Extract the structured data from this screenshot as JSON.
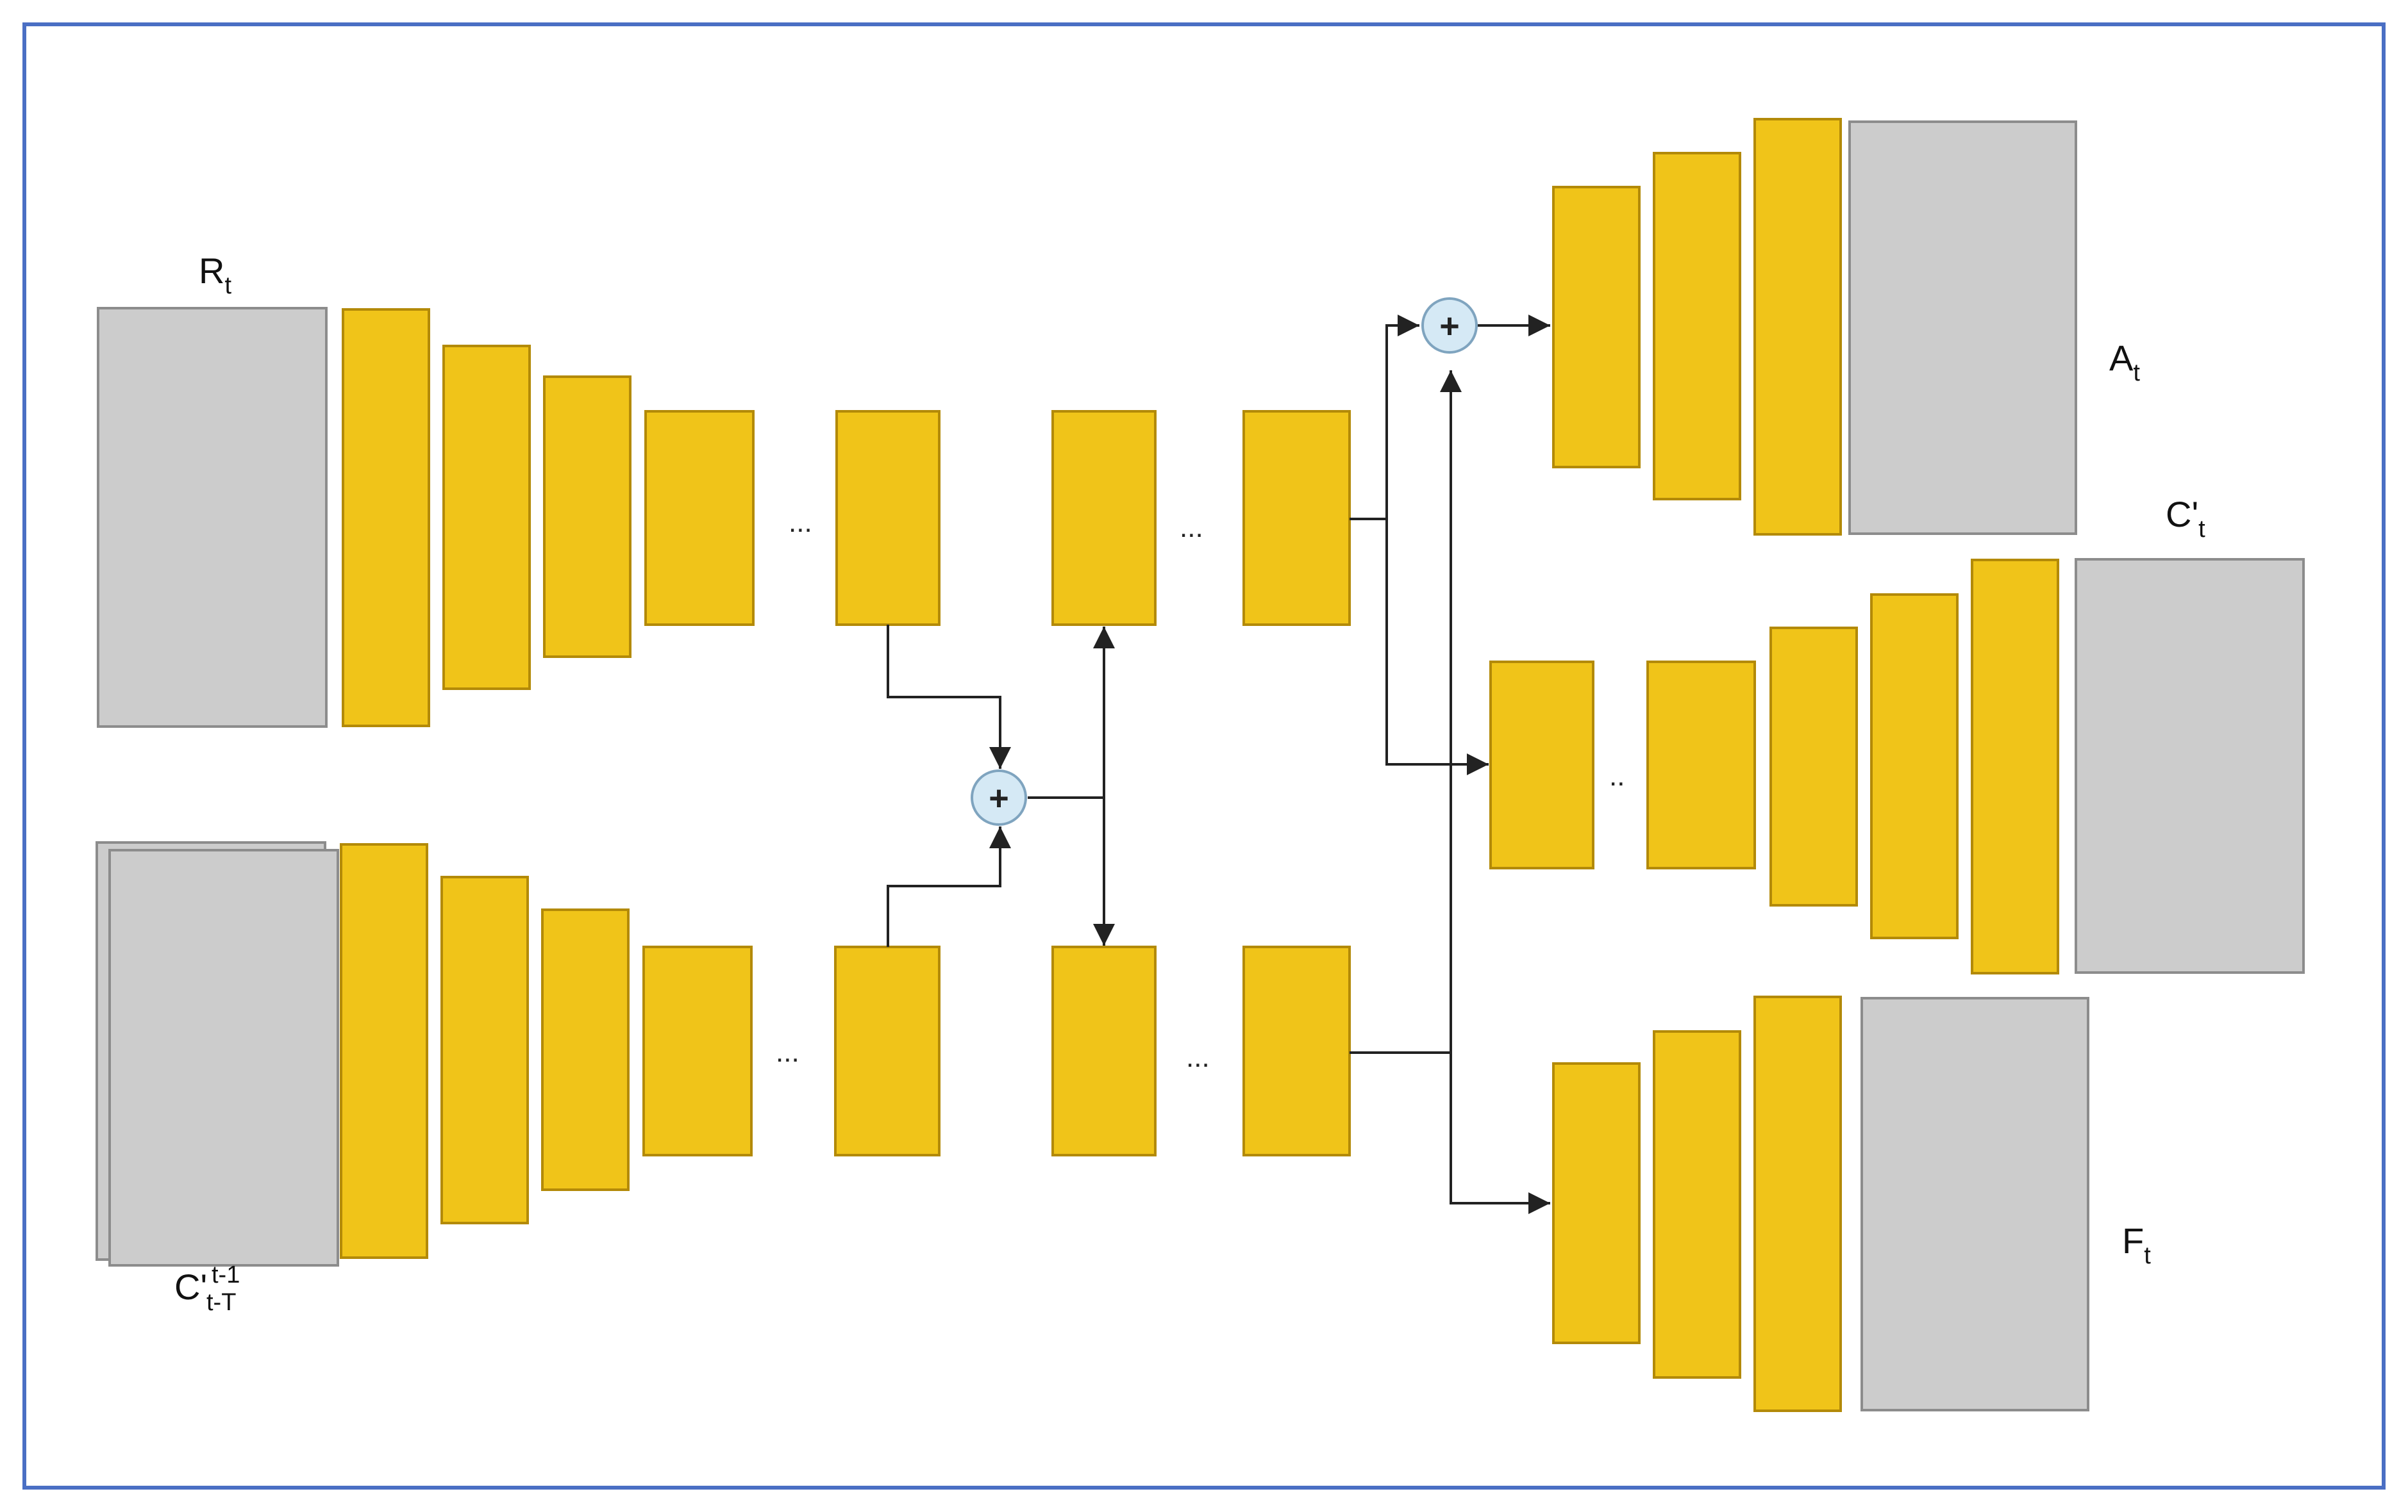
{
  "colors": {
    "frame": "#4a6fc4",
    "layer": "#f0c419",
    "layer_edge": "#b38a08",
    "map": "#cccccc",
    "map_edge": "#8c8c8c",
    "sum_node": "#d5e9f5",
    "arrow": "#222222"
  },
  "icons": {
    "sum": "plus-circle-icon",
    "arrow": "arrowhead-icon"
  },
  "labels": {
    "rt": {
      "main": "R",
      "sub": "t"
    },
    "cin": {
      "main": "C'",
      "sub": "t-T",
      "sup": "t-1"
    },
    "at": {
      "main": "A",
      "sub": "t"
    },
    "cout": {
      "main": "C'",
      "sub": "t"
    },
    "ft": {
      "main": "F",
      "sub": "t"
    }
  },
  "ellipsis": {
    "e1": "...",
    "e2": "...",
    "e3": "...",
    "e4": "...",
    "e5": ".."
  },
  "sum_symbol": "+"
}
